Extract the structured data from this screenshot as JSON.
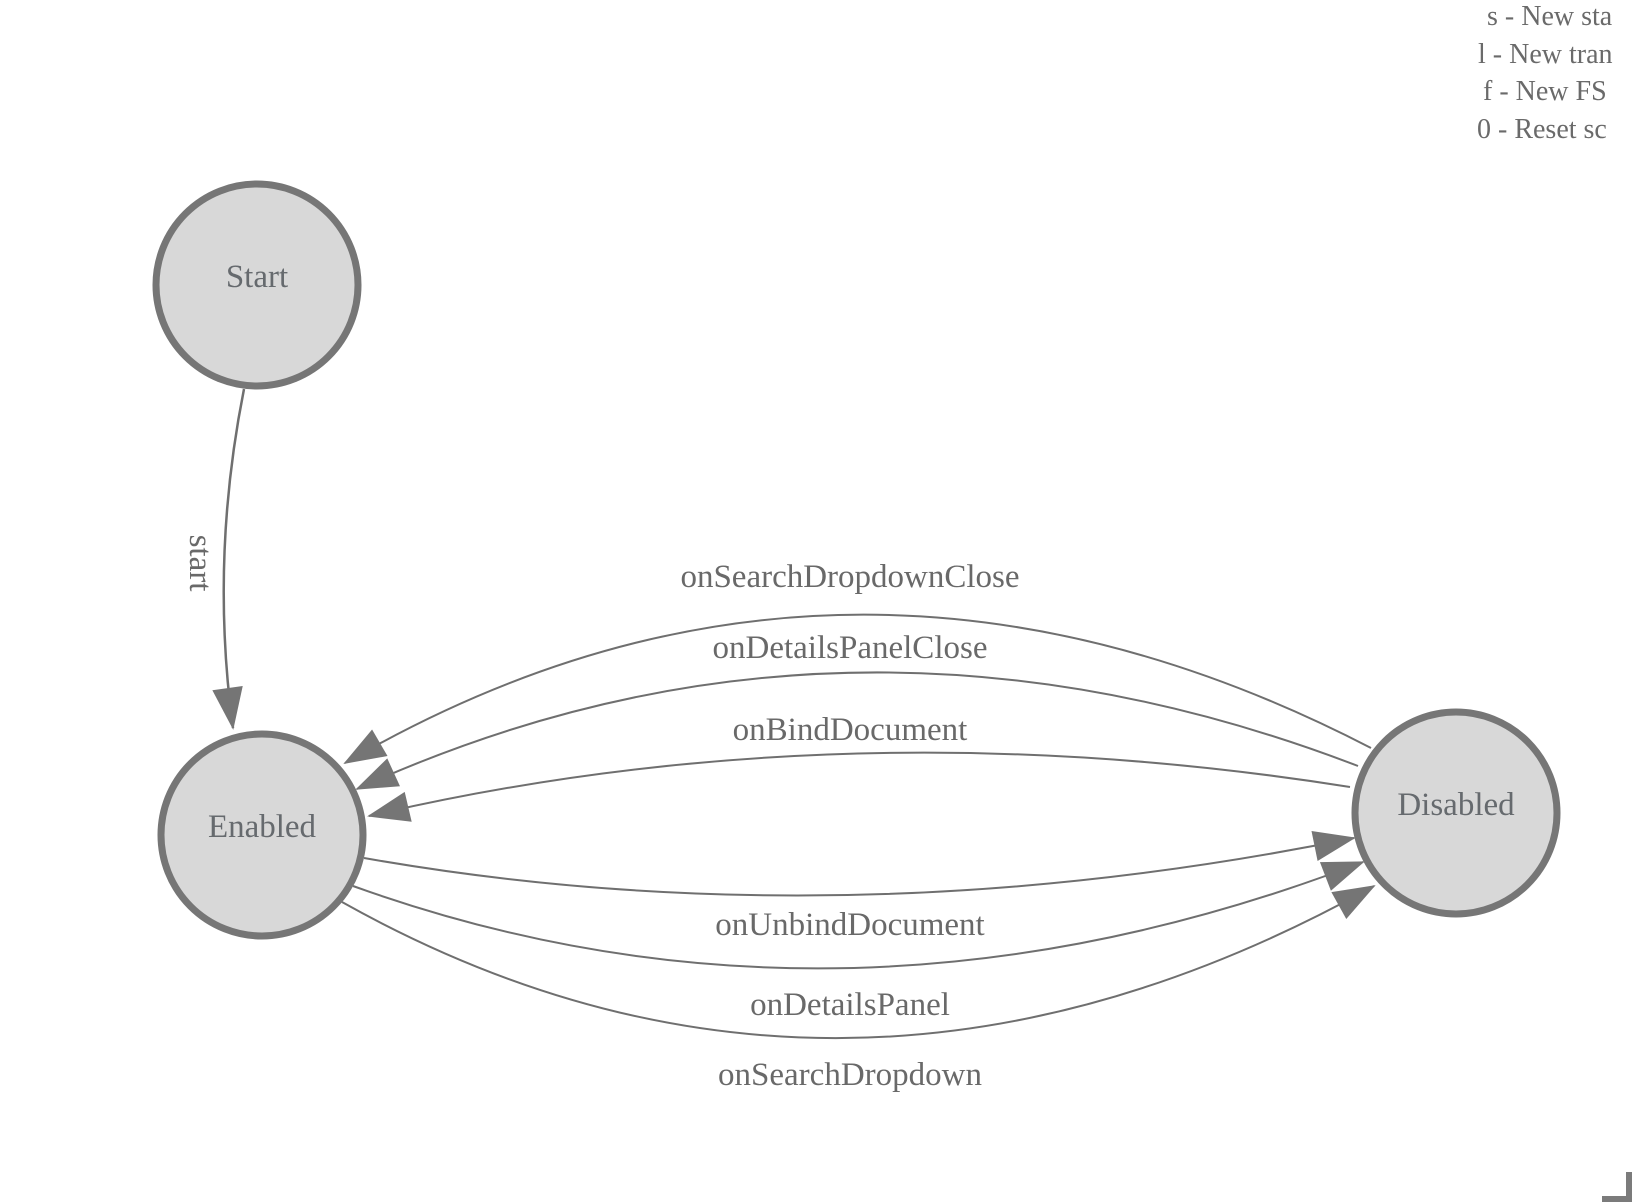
{
  "legend": {
    "lines": [
      "s - New sta",
      "l - New tran",
      "f - New FS",
      "0 - Reset sc"
    ]
  },
  "diagram": {
    "type": "finite-state-machine",
    "states": [
      {
        "label": "Start"
      },
      {
        "label": "Enabled"
      },
      {
        "label": "Disabled"
      }
    ],
    "transitions": [
      {
        "label": "start",
        "from": "Start",
        "to": "Enabled"
      },
      {
        "label": "onSearchDropdownClose",
        "from": "Disabled",
        "to": "Enabled"
      },
      {
        "label": "onDetailsPanelClose",
        "from": "Disabled",
        "to": "Enabled"
      },
      {
        "label": "onBindDocument",
        "from": "Disabled",
        "to": "Enabled"
      },
      {
        "label": "onUnbindDocument",
        "from": "Enabled",
        "to": "Disabled"
      },
      {
        "label": "onDetailsPanel",
        "from": "Enabled",
        "to": "Disabled"
      },
      {
        "label": "onSearchDropdown",
        "from": "Enabled",
        "to": "Disabled"
      }
    ]
  },
  "colors": {
    "background": "#ffffff",
    "node_fill": "#d8d8d8",
    "node_border": "#767676",
    "node_text": "#666a6e",
    "edge_stroke": "#6f6f6f",
    "arrow_fill": "#757575",
    "edge_label_text": "#696969",
    "legend_text": "#6a6a6a",
    "corner_mark": "#7b7b7b"
  }
}
